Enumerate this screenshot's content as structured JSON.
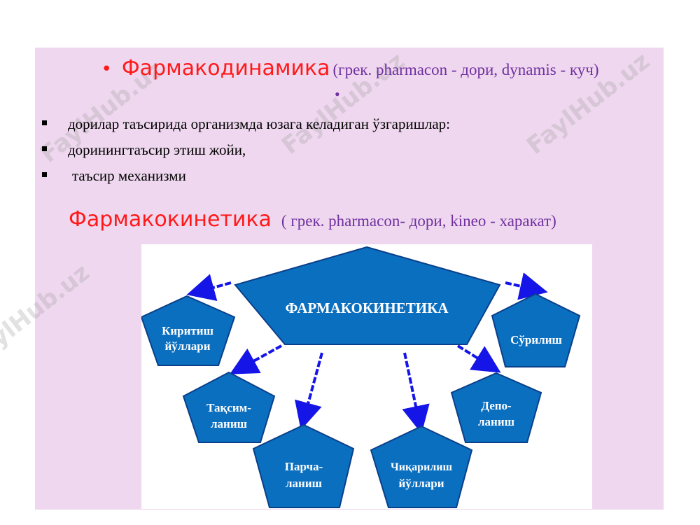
{
  "heading1": {
    "bullet": "•",
    "title": "Фармакодинамика",
    "subtitle": "(грек. pharmacon - дори, dynamis - куч)",
    "dot": "•"
  },
  "bullets": [
    "дорилар таъсирида организмда юзага келадиган ўзгаришлар:",
    "доринингтаъсир этиш жойи,",
    "таъсир механизми"
  ],
  "heading2": {
    "title": "Фармакокинетика",
    "subtitle": "( грек. pharmacon- дори, kineo - харакат)"
  },
  "diagram": {
    "center": "ФАРМАКОКИНЕТИКА",
    "nodes": {
      "kiritish": [
        "Киритиш",
        "йўллари"
      ],
      "surilish": [
        "Сўрилиш"
      ],
      "taqsimlanish": [
        "Тақсим-",
        "ланиш"
      ],
      "depolanish": [
        "Депо-",
        "ланиш"
      ],
      "parchalanish": [
        "Парча-",
        "ланиш"
      ],
      "chiqarilish": [
        "Чиқарилиш",
        "йўллари"
      ]
    },
    "colors": {
      "fill": "#0b6fc0",
      "stroke": "#0a3f8a",
      "arrow": "#1515e8",
      "text": "#ffffff"
    }
  },
  "watermark": "FaylHub.uz"
}
